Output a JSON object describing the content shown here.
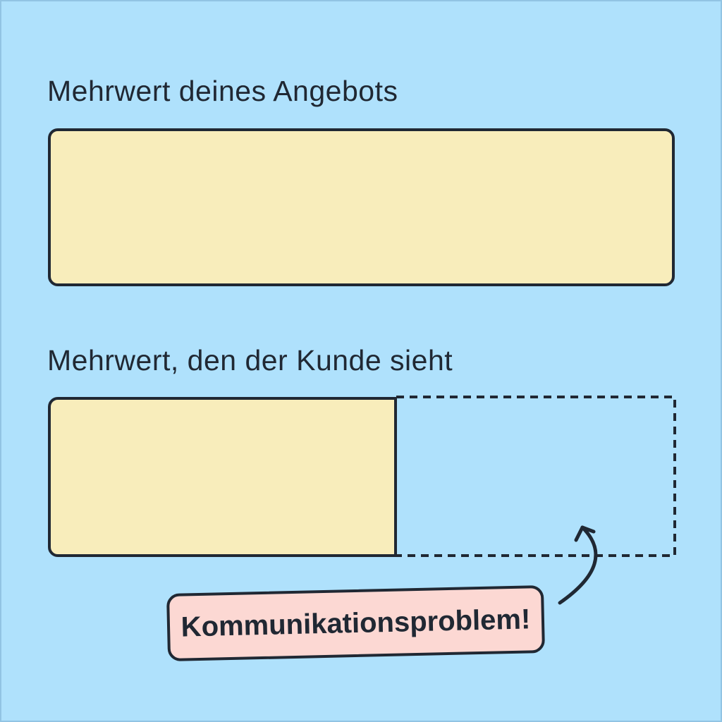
{
  "colors": {
    "background": "#afe1fc",
    "bar_fill": "#f8edbb",
    "ink": "#202833",
    "callout_fill": "#fcd8d3"
  },
  "diagram": {
    "top_section": {
      "heading": "Mehrwert deines Angebots",
      "bar": {
        "visible_fraction": 1.0
      }
    },
    "bottom_section": {
      "heading": "Mehrwert, den der Kunde sieht",
      "bar": {
        "visible_fraction": 0.56,
        "missing_fraction": 0.44,
        "missing_style": "dashed-outline"
      }
    },
    "callout": {
      "label": "Kommunikationsproblem!",
      "arrow_icon": "curved-arrow-icon",
      "arrow_points_to": "dashed-outline"
    }
  }
}
